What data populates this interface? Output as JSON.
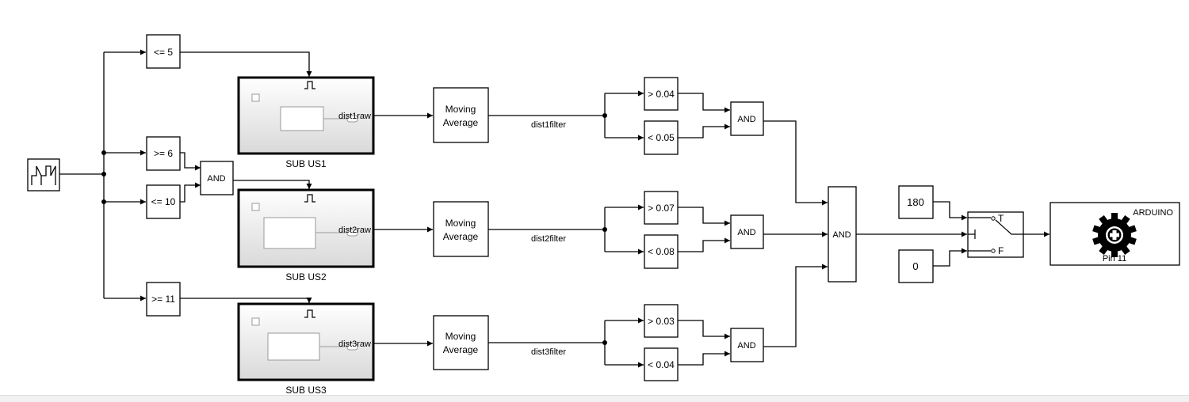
{
  "source": {
    "icon": "repeating-sequence-stair-icon"
  },
  "selectors": {
    "le5": "<= 5",
    "ge6": ">= 6",
    "le10": "<= 10",
    "ge11": ">= 11",
    "and": "AND"
  },
  "subsystems": [
    {
      "name": "SUB US1",
      "port": "dist1raw"
    },
    {
      "name": "SUB US2",
      "port": "dist2raw"
    },
    {
      "name": "SUB US3",
      "port": "dist3raw"
    }
  ],
  "filters": [
    {
      "line1": "Moving",
      "line2": "Average",
      "signal": "dist1filter",
      "upper": "> 0.04",
      "lower": "< 0.05",
      "and": "AND"
    },
    {
      "line1": "Moving",
      "line2": "Average",
      "signal": "dist2filter",
      "upper": "> 0.07",
      "lower": "< 0.08",
      "and": "AND"
    },
    {
      "line1": "Moving",
      "line2": "Average",
      "signal": "dist3filter",
      "upper": "> 0.03",
      "lower": "< 0.04",
      "and": "AND"
    }
  ],
  "final_and": "AND",
  "constants": {
    "high": "180",
    "low": "0"
  },
  "switch": {
    "true_label": "T",
    "false_label": "F"
  },
  "arduino": {
    "title": "ARDUINO",
    "pin": "Pin 11",
    "title_color": "#2b3dc9",
    "icon": "gear-plus-icon"
  }
}
